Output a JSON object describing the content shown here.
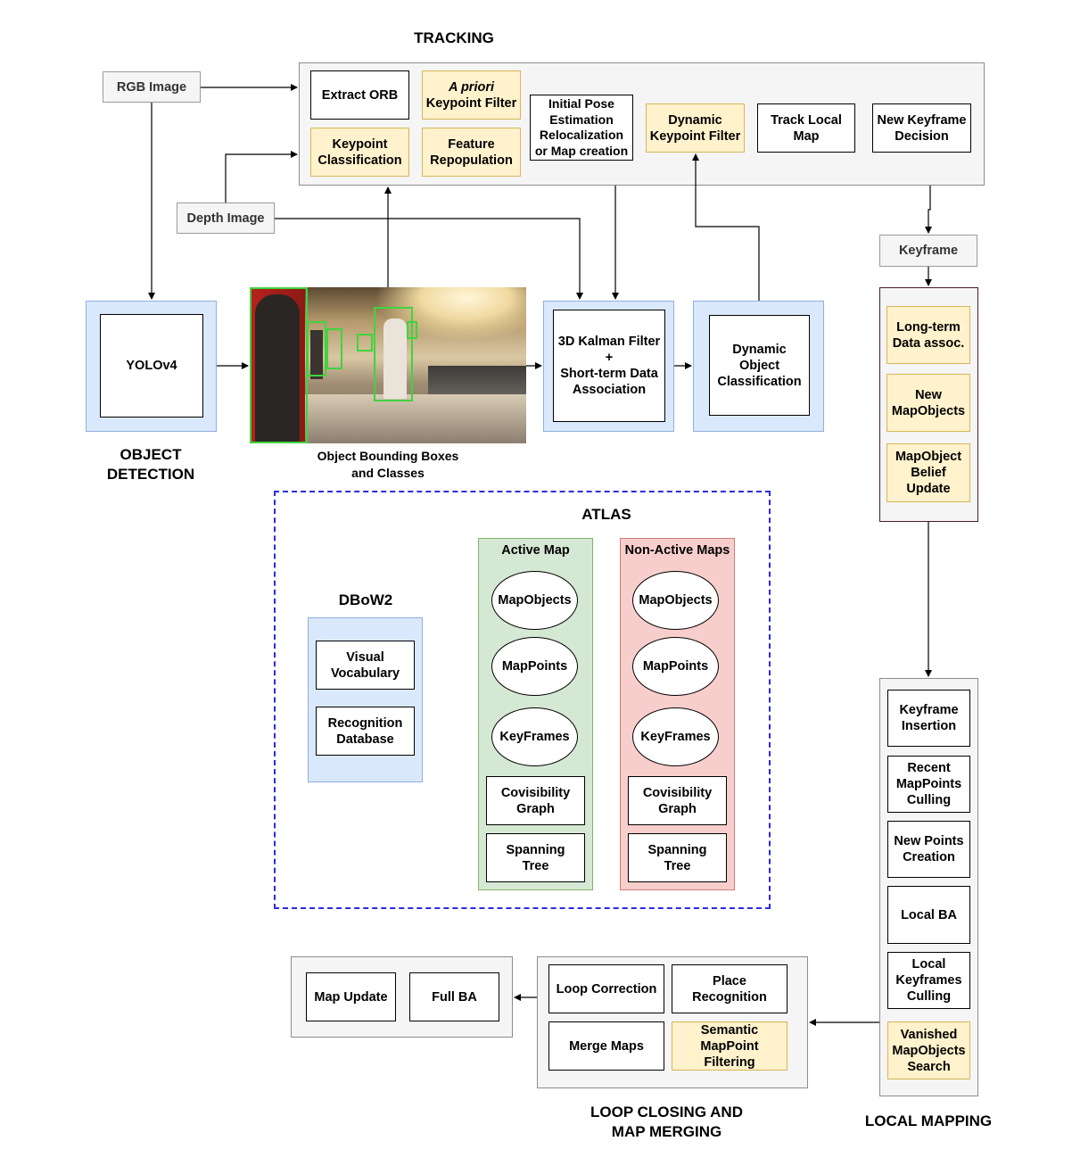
{
  "sections": {
    "tracking": "TRACKING",
    "object_detection": "OBJECT\nDETECTION",
    "atlas": "ATLAS",
    "dbow2": "DBoW2",
    "loop_closing": "LOOP CLOSING AND\nMAP MERGING",
    "local_mapping": "LOCAL MAPPING"
  },
  "inputs": {
    "rgb_image": "RGB Image",
    "depth_image": "Depth Image",
    "keyframe": "Keyframe"
  },
  "tracking": {
    "extract_orb": "Extract ORB",
    "apriori_italic": "A priori",
    "apriori_rest": "Keypoint Filter",
    "keypoint_classification": "Keypoint\nClassification",
    "feature_repopulation": "Feature\nRepopulation",
    "initial_pose": "Initial Pose\nEstimation\nRelocalization\nor Map creation",
    "dynamic_keypoint_filter": "Dynamic\nKeypoint Filter",
    "track_local_map": "Track Local\nMap",
    "new_keyframe_decision": "New Keyframe\nDecision"
  },
  "detection": {
    "yolo": "YOLOv4",
    "image_caption": "Object Bounding Boxes\nand Classes",
    "kalman": "3D Kalman Filter\n+\nShort-term Data\nAssociation",
    "dynamic_object": "Dynamic\nObject\nClassification"
  },
  "keyframe_panel": {
    "long_term": "Long-term\nData assoc.",
    "new_mapobjects": "New\nMapObjects",
    "belief_update": "MapObject\nBelief\nUpdate"
  },
  "dbow": {
    "visual_vocabulary": "Visual\nVocabulary",
    "recognition_database": "Recognition\nDatabase"
  },
  "active_map": {
    "title": "Active Map",
    "mapobjects": "MapObjects",
    "mappoints": "MapPoints",
    "keyframes": "KeyFrames",
    "covisibility": "Covisibility\nGraph",
    "spanning": "Spanning\nTree"
  },
  "non_active_maps": {
    "title": "Non-Active Maps",
    "mapobjects": "MapObjects",
    "mappoints": "MapPoints",
    "keyframes": "KeyFrames",
    "covisibility": "Covisibility\nGraph",
    "spanning": "Spanning\nTree"
  },
  "local_mapping": {
    "keyframe_insertion": "Keyframe\nInsertion",
    "recent_culling": "Recent\nMapPoints\nCulling",
    "new_points": "New Points\nCreation",
    "local_ba": "Local BA",
    "local_keyframes_culling": "Local\nKeyframes\nCulling",
    "vanished_search": "Vanished\nMapObjects\nSearch"
  },
  "loop_closing": {
    "loop_correction": "Loop Correction",
    "place_recognition": "Place\nRecognition",
    "merge_maps": "Merge Maps",
    "semantic_filtering": "Semantic\nMapPoint\nFiltering"
  },
  "full_ba_panel": {
    "map_update": "Map Update",
    "full_ba": "Full BA"
  },
  "colors": {
    "semantic_yellow": "#fff2cc",
    "module_blue": "#dae8fc",
    "active_green": "#d5e8d4",
    "inactive_red": "#f8cecc",
    "atlas_border": "#2b2bdd",
    "bbox_green": "#3fd43f"
  }
}
